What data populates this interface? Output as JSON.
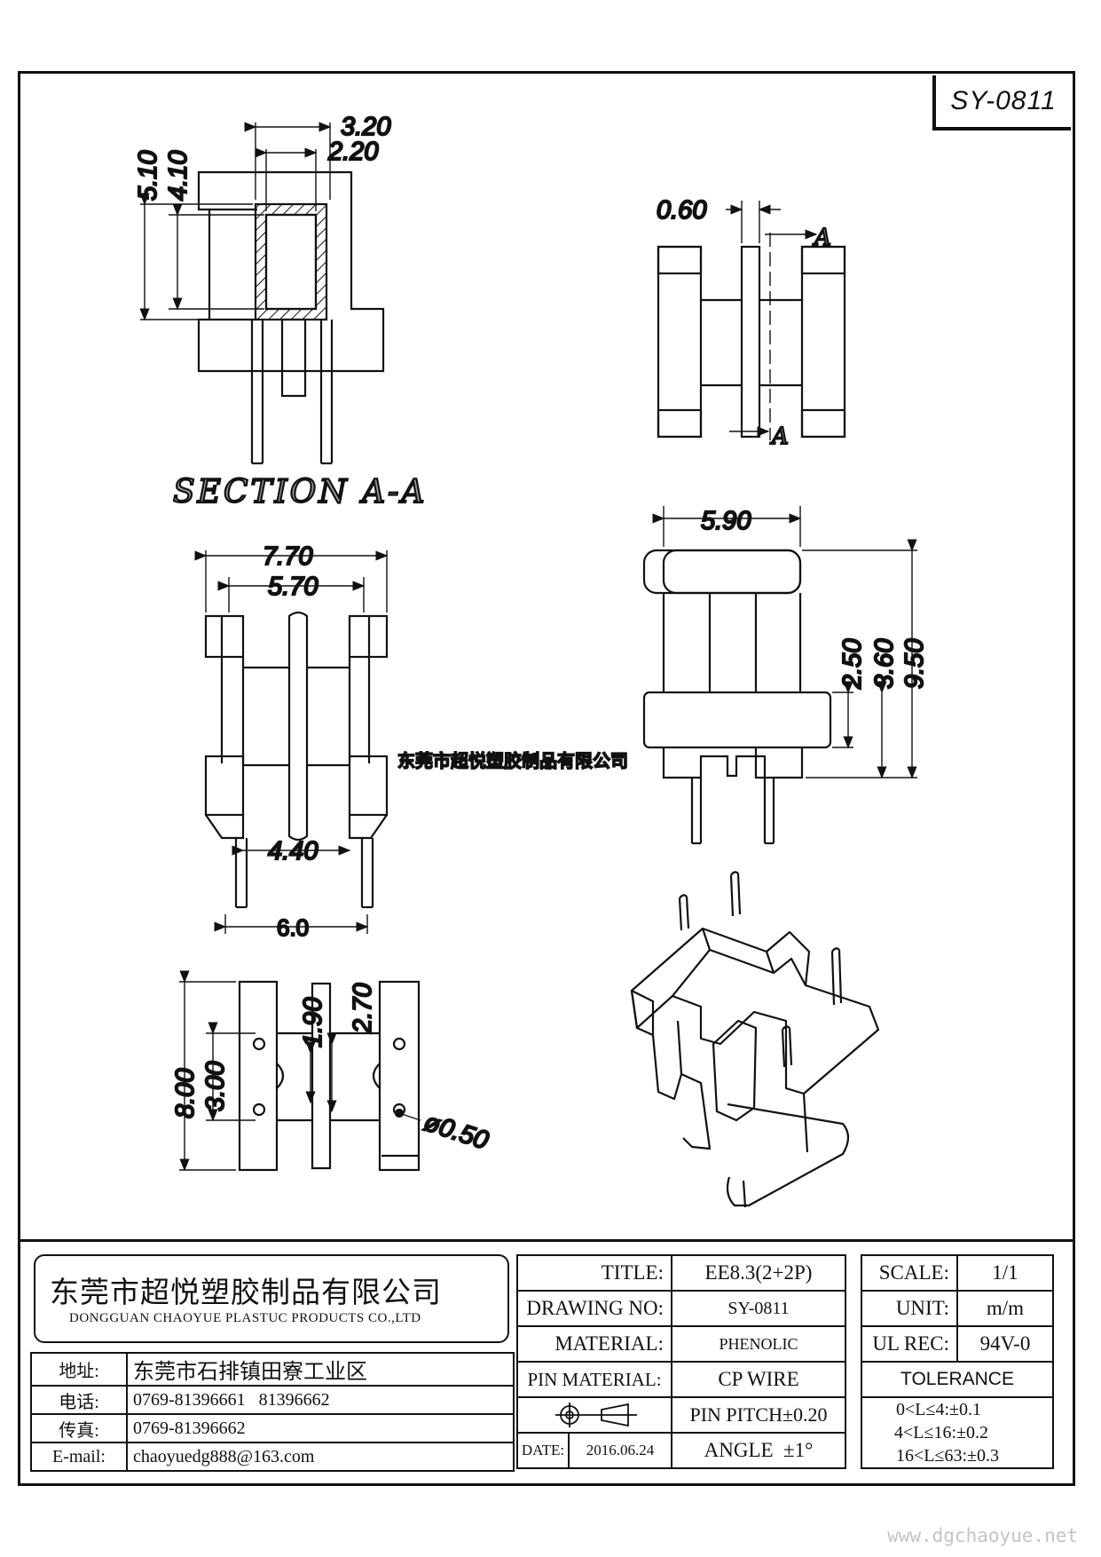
{
  "drawing_code": "SY-0811",
  "section_label": "SECTION A-A",
  "section_marks": [
    "A",
    "A"
  ],
  "dimensions": {
    "section_w_outer": "3.20",
    "section_w_inner": "2.20",
    "section_h_outer": "5.10",
    "section_h_inner": "4.10",
    "flange_thickness": "0.60",
    "front_w_outer": "7.70",
    "front_w_inner": "5.70",
    "front_pin_inner": "4.40",
    "front_pin_outer": "6.0",
    "side_top_w": "5.90",
    "side_h1": "2.50",
    "side_h2": "3.60",
    "side_h3": "9.50",
    "bottom_h_outer": "8.00",
    "bottom_h_inner": "3.00",
    "bottom_slot_1": "1.90",
    "bottom_slot_2": "2.70",
    "hole_dia": "ø0.50"
  },
  "watermark": "东莞市超悦塑胶制品有限公司",
  "website": "www.dgchaoyue.net",
  "company": {
    "name_cn": "东莞市超悦塑胶制品有限公司",
    "name_en": "DONGGUAN CHAOYUE PLASTUC PRODUCTS CO.,LTD"
  },
  "contact": [
    {
      "label": "地址:",
      "value": "东莞市石排镇田寮工业区"
    },
    {
      "label": "电话:",
      "value": "0769-81396661   81396662"
    },
    {
      "label": "传真:",
      "value": "0769-81396662"
    },
    {
      "label": "E-mail:",
      "value": "chaoyuedg888@163.com"
    }
  ],
  "spec": {
    "title_label": "TITLE:",
    "title_value": "EE8.3(2+2P)",
    "drawing_no_label": "DRAWING NO:",
    "drawing_no_value": "SY-0811",
    "material_label": "MATERIAL:",
    "material_value": "PHENOLIC",
    "pin_material_label": "PIN MATERIAL:",
    "pin_material_value": "CP WIRE",
    "pin_pitch": "PIN PITCH±0.20",
    "date_label": "DATE:",
    "date_value": "2016.06.24",
    "angle": "ANGLE  ±1°",
    "scale_label": "SCALE:",
    "scale_value": "1/1",
    "unit_label": "UNIT:",
    "unit_value": "m/m",
    "ul_label": "UL REC:",
    "ul_value": "94V-0",
    "tolerance_label": "TOLERANCE",
    "tolerance": [
      "0<L≤4:±0.1",
      "4<L≤16:±0.2",
      "16<L≤63:±0.3"
    ]
  }
}
